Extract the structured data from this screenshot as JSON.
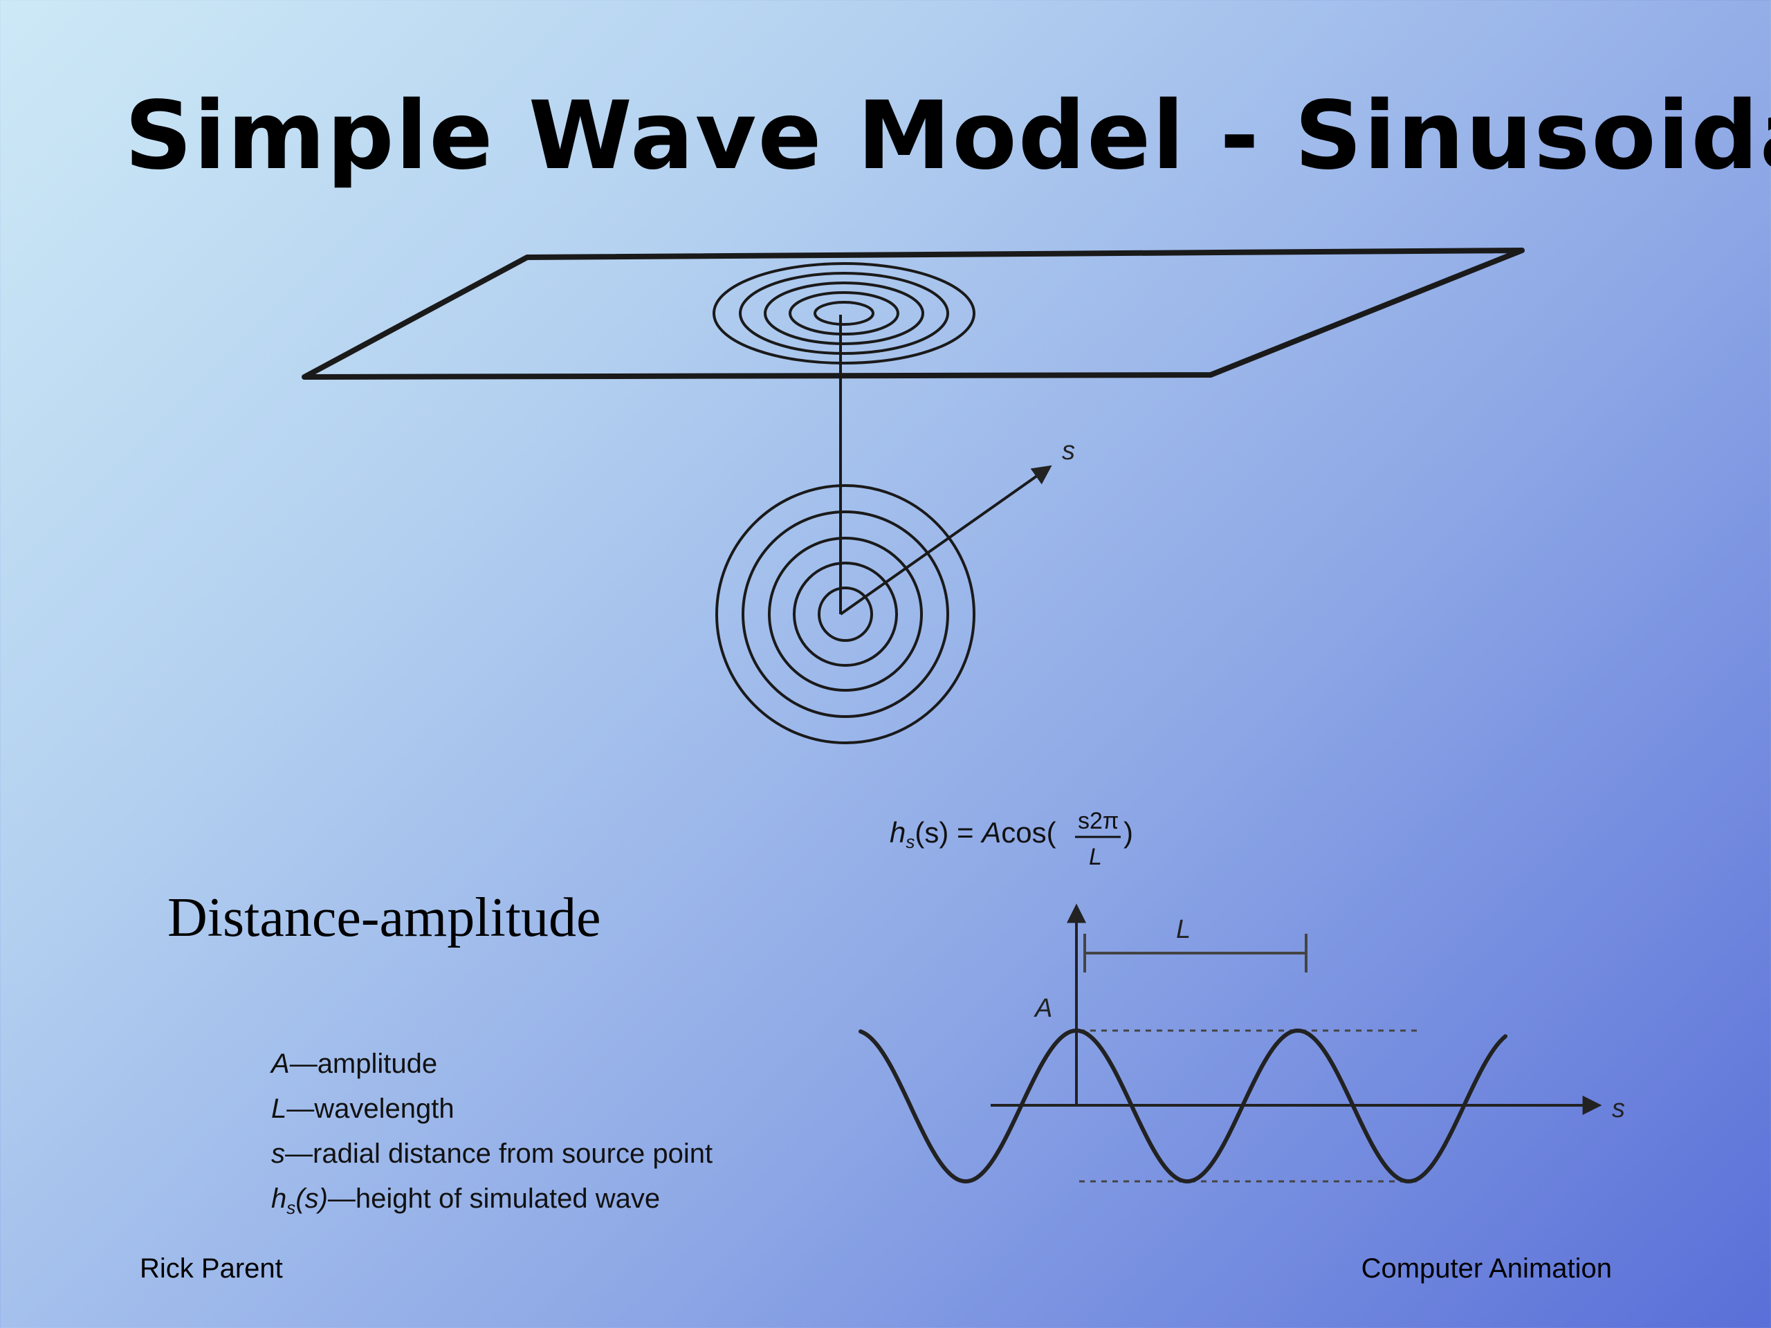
{
  "slide": {
    "title": "Simple Wave Model - Sinusoidal",
    "subtitle": "Distance-amplitude"
  },
  "diagram": {
    "radial_axis_label": "s",
    "formula": {
      "lhs_h": "h",
      "lhs_sub": "s",
      "lhs_arg": "(s) = ",
      "amp": "A",
      "func": "cos(",
      "numerator": "s2π",
      "denominator": "L",
      "close": ")"
    },
    "wave": {
      "wavelength_label": "L",
      "amplitude_label": "A",
      "axis_label": "s"
    }
  },
  "legend": [
    {
      "symbol": "A",
      "sub": "",
      "arg": "",
      "desc": "—amplitude"
    },
    {
      "symbol": "L",
      "sub": "",
      "arg": "",
      "desc": "—wavelength"
    },
    {
      "symbol": "s",
      "sub": "",
      "arg": "",
      "desc": "—radial distance from source point"
    },
    {
      "symbol": "h",
      "sub": "s",
      "arg": "(s)",
      "desc": "—height of simulated wave"
    }
  ],
  "footer": {
    "left": "Rick Parent",
    "right": "Computer Animation"
  }
}
